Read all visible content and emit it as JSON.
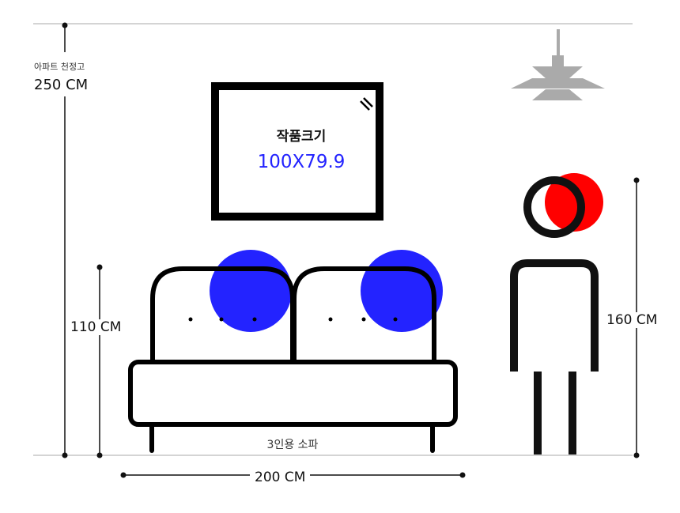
{
  "ceiling": {
    "caption": "아파트 천정고",
    "value": "250 CM"
  },
  "artwork": {
    "title": "작품크기",
    "size": "100X79.9",
    "size_color": "#2323ff"
  },
  "sofa": {
    "caption": "3인용 소파",
    "height": "110 CM",
    "width": "200 CM",
    "cushion_color": "#2323ff"
  },
  "person": {
    "height": "160 CM",
    "head_color": "#ff0000"
  },
  "lamp": {
    "color": "#aaaaaa"
  }
}
